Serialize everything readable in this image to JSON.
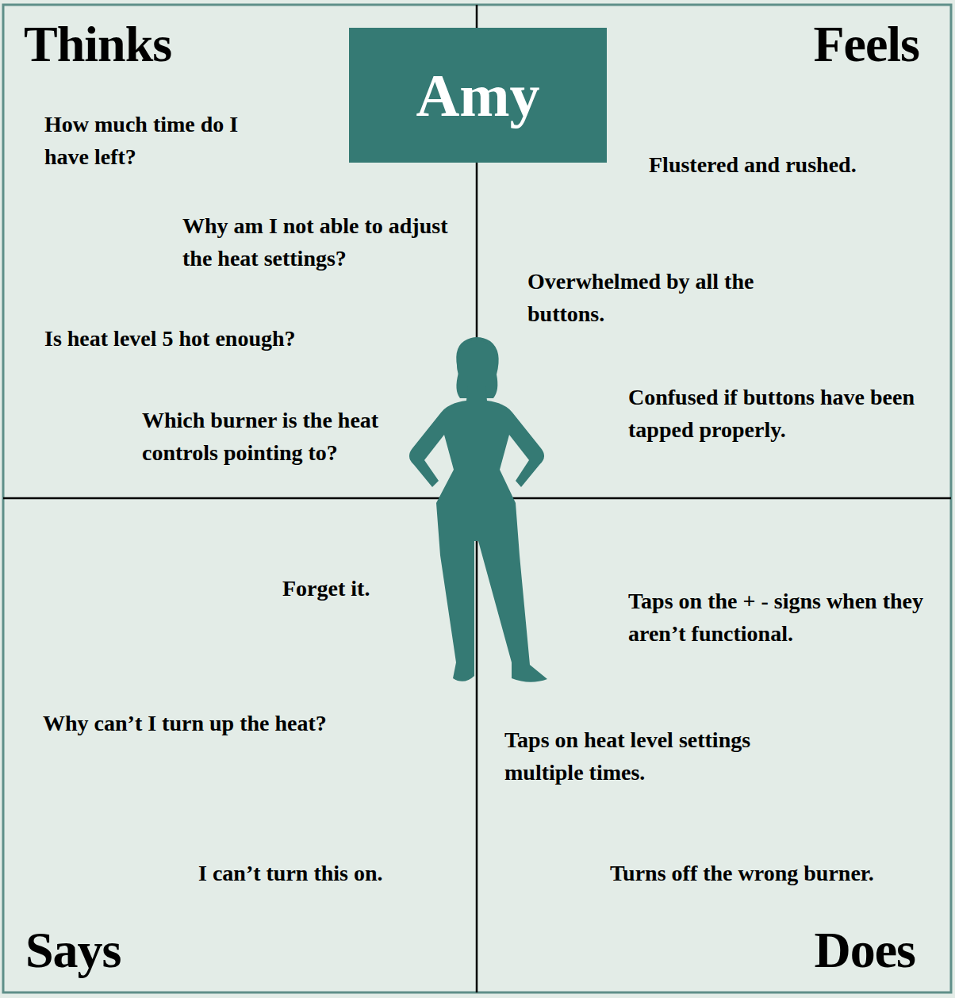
{
  "diagram": {
    "nodes": [
      {
        "text": [
          "Thinks",
          "How much time do I have left?",
          "Why am I not able to adjust the heat settings?",
          "Is heat level 5 hot enough?",
          "Which burner is the heat controls pointing to?"
        ]
      },
      {
        "text": [
          "Amy"
        ]
      },
      {
        "text": [
          "Feels",
          "Flustered and rushed.",
          "Overwhelmed by all the buttons.",
          "Confused if buttons have been tapped properly."
        ]
      },
      {
        "text": [
          "Says",
          "Forget it.",
          "Why can’t I turn up the heat?",
          "I can’t turn this on."
        ]
      },
      {
        "text": [
          "Does",
          "Taps on the + - signs when they aren’t functional.",
          "Taps on heat level settings multiple times.",
          "Turns off the wrong burner."
        ]
      }
    ]
  }
}
